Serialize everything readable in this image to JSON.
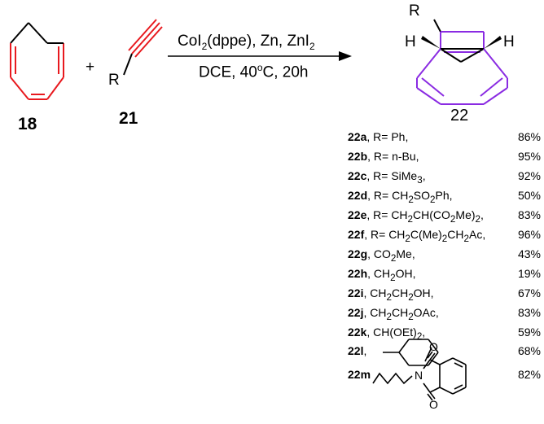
{
  "scheme": {
    "reactant1_number": "18",
    "plus_sign": "+",
    "reactant2_substituent": "R",
    "reactant2_number": "21",
    "conditions_line1": "CoI2(dppe), Zn, ZnI2",
    "conditions_line2": "DCE, 40oC, 20h",
    "product_substituent": "R",
    "product_h_left": "H",
    "product_h_right": "H",
    "product_number": "22"
  },
  "colors": {
    "highlight_red": "#e8191e",
    "highlight_purple": "#8a2be2"
  },
  "entries": [
    {
      "id": "22a",
      "pre": ", R= Ph,",
      "yield": "86%"
    },
    {
      "id": "22b",
      "pre": ", R= n-Bu,",
      "yield": "95%"
    },
    {
      "id": "22c",
      "pre": ", R= SiMe",
      "sub": "3",
      "post": ",",
      "yield": "92%"
    },
    {
      "id": "22d",
      "pre": ", R= CH",
      "sub": "2",
      "post": "SO",
      "sub2": "2",
      "post2": "Ph,",
      "yield": "50%"
    },
    {
      "id": "22e",
      "pre": ", R= CH",
      "sub": "2",
      "post": "CH(CO",
      "sub2": "2",
      "post2": "Me)",
      "sub3": "2",
      "post3": ",",
      "yield": "83%"
    },
    {
      "id": "22f",
      "pre": ", R= CH",
      "sub": "2",
      "post": "C(Me)",
      "sub2": "2",
      "post2": "CH",
      "sub3": "2",
      "post3": "Ac,",
      "yield": "96%"
    },
    {
      "id": "22g",
      "pre": ", CO",
      "sub": "2",
      "post": "Me,",
      "yield": "43%"
    },
    {
      "id": "22h",
      "pre": ", CH",
      "sub": "2",
      "post": "OH,",
      "yield": "19%"
    },
    {
      "id": "22i",
      "pre": ", CH",
      "sub": "2",
      "post": "CH",
      "sub2": "2",
      "post2": "OH,",
      "yield": "67%"
    },
    {
      "id": "22j",
      "pre": ", CH",
      "sub": "2",
      "post": "CH",
      "sub2": "2",
      "post2": "OAc,",
      "yield": "83%"
    },
    {
      "id": "22k",
      "pre": ", CH(OEt)",
      "sub": "2",
      "post": ",",
      "yield": "59%"
    },
    {
      "id": "22l",
      "pre": ",",
      "yield": "68%"
    },
    {
      "id": "22m",
      "pre": "",
      "yield": "82%"
    }
  ],
  "phthalimide_labels": {
    "o_top": "O",
    "n": "N",
    "o_bottom": "O"
  }
}
